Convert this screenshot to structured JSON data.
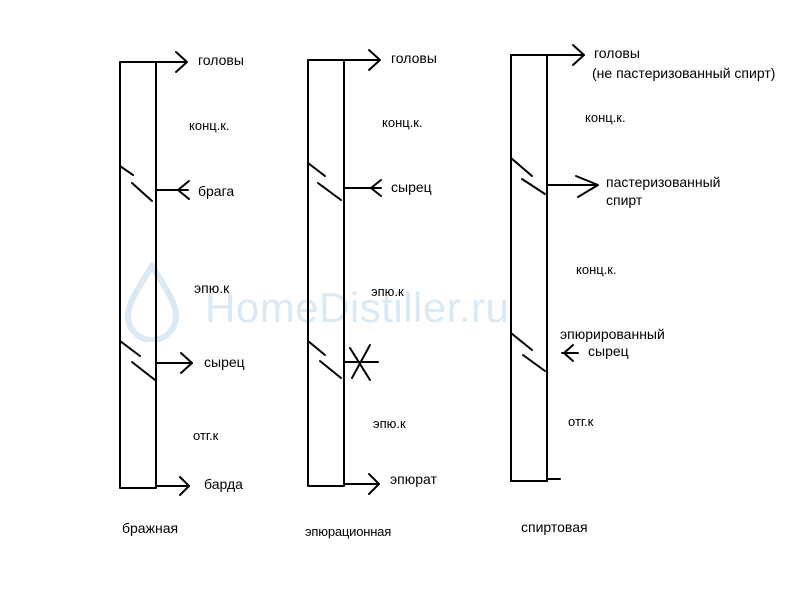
{
  "watermark": {
    "text": "HomeDistiller.ru",
    "color": "#dbe9f4",
    "icon": "water-drop-icon"
  },
  "columns": [
    {
      "title": "бражная",
      "labels": {
        "heads": "головы",
        "conc_top": "конц.к.",
        "feed": "брага",
        "epu": "эпю.к",
        "output": "сырец",
        "strip": "отг.к",
        "bottoms": "барда"
      }
    },
    {
      "title": "эпюрационная",
      "labels": {
        "heads": "головы",
        "conc_top": "конц.к.",
        "feed": "сырец",
        "epu_mid": "эпю.к",
        "epu_low": "эпю.к",
        "bottoms": "эпюрат"
      }
    },
    {
      "title": "спиртовая",
      "labels": {
        "heads": "головы",
        "heads_note": "(не пастеризованный спирт)",
        "conc_top": "конц.к.",
        "product_line1": "пастеризованный",
        "product_line2": "спирт",
        "conc_mid": "конц.к.",
        "feed_line1": "эпюрированный",
        "feed_line2": "сырец",
        "strip": "отг.к"
      }
    }
  ]
}
